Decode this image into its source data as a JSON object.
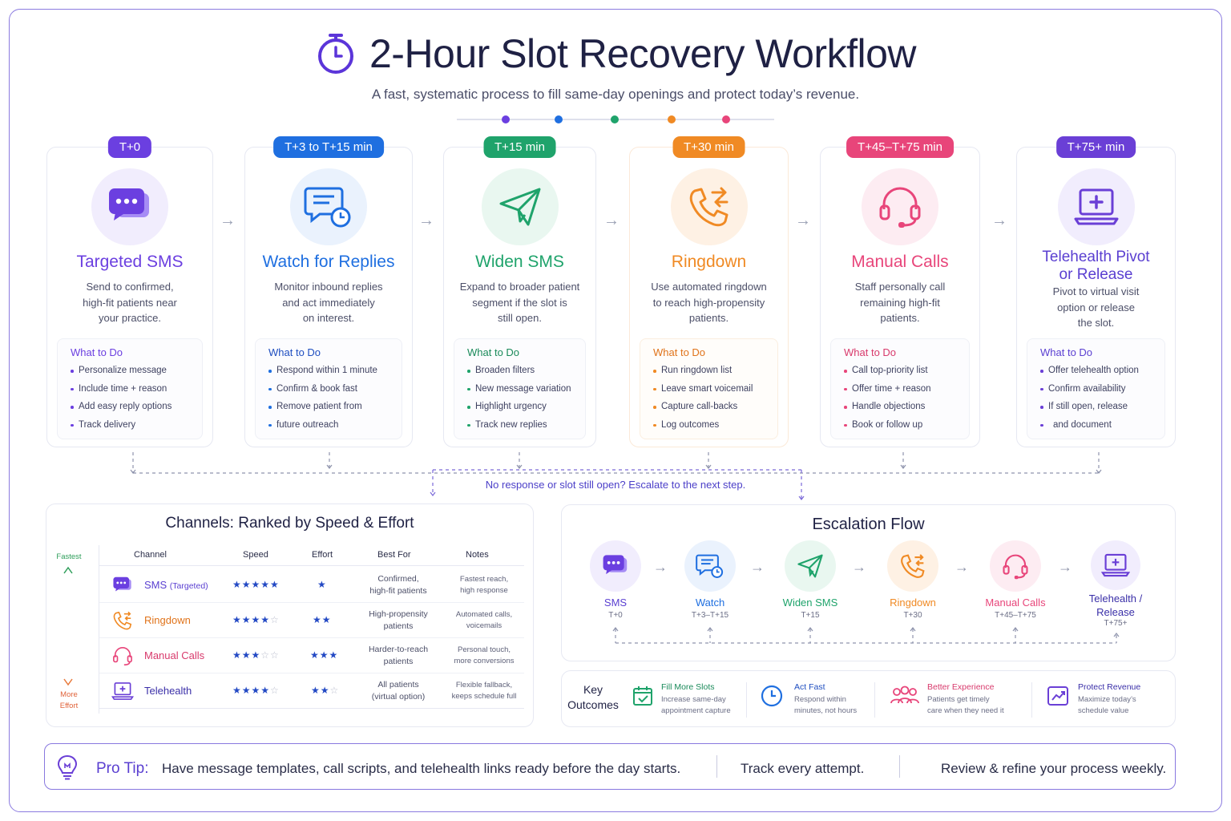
{
  "header": {
    "title": "2-Hour Slot Recovery Workflow",
    "subtitle": "A fast, systematic process to fill same-day openings and protect today’s revenue."
  },
  "colors": {
    "purple": "#6b3fe0",
    "blue": "#1f6fe0",
    "green": "#1fa36b",
    "orange": "#f08a24",
    "pink": "#e8457a",
    "violet": "#6a3fd6"
  },
  "steps": [
    {
      "badge": "T+0",
      "title": "Targeted SMS",
      "desc": [
        "Send to confirmed,",
        "high-fit patients near",
        "your practice."
      ],
      "todo_title": "What to Do",
      "todo": [
        "Personalize message",
        "Include time + reason",
        "Add easy reply options",
        "Track delivery"
      ],
      "icon": "chat-bubbles-icon"
    },
    {
      "badge": "T+3 to T+15 min",
      "title": "Watch for Replies",
      "desc": [
        "Monitor inbound replies",
        "and act immediately",
        "on interest."
      ],
      "todo_title": "What to Do",
      "todo": [
        "Respond within 1 minute",
        "Confirm & book fast",
        "Remove patient from",
        "future outreach"
      ],
      "icon": "message-clock-icon"
    },
    {
      "badge": "T+15 min",
      "title": "Widen SMS",
      "desc": [
        "Expand to broader patient",
        "segment if the slot is",
        "still open."
      ],
      "todo_title": "What to Do",
      "todo": [
        "Broaden filters",
        "New message variation",
        "Highlight urgency",
        "Track new replies"
      ],
      "icon": "paper-plane-icon"
    },
    {
      "badge": "T+30 min",
      "title": "Ringdown",
      "desc": [
        "Use automated ringdown",
        "to reach high-propensity",
        "patients."
      ],
      "todo_title": "What to Do",
      "todo": [
        "Run ringdown list",
        "Leave smart voicemail",
        "Capture call-backs",
        "Log outcomes"
      ],
      "icon": "phone-forward-icon"
    },
    {
      "badge": "T+45–T+75 min",
      "title": "Manual Calls",
      "desc": [
        "Staff personally call",
        "remaining high-fit",
        "patients."
      ],
      "todo_title": "What to Do",
      "todo": [
        "Call top-priority list",
        "Offer time + reason",
        "Handle objections",
        "Book or follow up"
      ],
      "icon": "headset-icon"
    },
    {
      "badge": "T+75+ min",
      "title_lines": [
        "Telehealth Pivot",
        "or Release"
      ],
      "desc": [
        "Pivot to virtual visit",
        "option or release",
        "the slot."
      ],
      "todo_title": "What to Do",
      "todo": [
        "Offer telehealth option",
        "Confirm availability",
        "If still open, release",
        "and document"
      ],
      "icon": "laptop-plus-icon"
    }
  ],
  "escalate_note": "No response or slot still open? Escalate to the next step.",
  "channels": {
    "title": "Channels:  Ranked by Speed & Effort",
    "rank_top": "Fastest",
    "rank_bottom": [
      "More",
      "Effort"
    ],
    "columns": [
      "Channel",
      "Speed",
      "Effort",
      "Best For",
      "Notes"
    ],
    "rows": [
      {
        "name": "SMS",
        "name_note": "(Targeted)",
        "speed_filled": "★★★★★",
        "speed_empty": "",
        "effort_filled": "★",
        "effort_empty": "",
        "best_for": [
          "Confirmed,",
          "high-fit patients"
        ],
        "notes": [
          "Fastest reach,",
          "high response"
        ]
      },
      {
        "name": "Ringdown",
        "name_note": "",
        "speed_filled": "★★★★",
        "speed_empty": "☆",
        "effort_filled": "★★",
        "effort_empty": "",
        "best_for": [
          "High-propensity",
          "patients"
        ],
        "notes": [
          "Automated calls,",
          "voicemails"
        ]
      },
      {
        "name": "Manual Calls",
        "name_note": "",
        "speed_filled": "★★★",
        "speed_empty": "☆☆",
        "effort_filled": "★★★",
        "effort_empty": "",
        "best_for": [
          "Harder-to-reach",
          "patients"
        ],
        "notes": [
          "Personal touch,",
          "more conversions"
        ]
      },
      {
        "name": "Telehealth",
        "name_note": "",
        "speed_filled": "★★★★",
        "speed_empty": "☆",
        "effort_filled": "★★",
        "effort_empty": "☆",
        "best_for": [
          "All patients",
          "(virtual option)"
        ],
        "notes": [
          "Flexible fallback,",
          "keeps schedule full"
        ]
      }
    ]
  },
  "escalation": {
    "title": "Escalation Flow",
    "nodes": [
      {
        "label": "SMS",
        "time": "T+0"
      },
      {
        "label": "Watch",
        "time": "T+3–T+15"
      },
      {
        "label": "Widen SMS",
        "time": "T+15"
      },
      {
        "label": "Ringdown",
        "time": "T+30"
      },
      {
        "label": "Manual Calls",
        "time": "T+45–T+75"
      },
      {
        "label_lines": [
          "Telehealth /",
          "Release"
        ],
        "time": "T+75+"
      }
    ]
  },
  "outcomes": {
    "label": [
      "Key",
      "Outcomes"
    ],
    "items": [
      {
        "title": "Fill More Slots",
        "desc": [
          "Increase same-day",
          "appointment capture"
        ],
        "icon": "calendar-check-icon"
      },
      {
        "title": "Act Fast",
        "desc": [
          "Respond within",
          "minutes, not hours"
        ],
        "icon": "clock-icon"
      },
      {
        "title": "Better Experience",
        "desc": [
          "Patients get timely",
          "care when they need it"
        ],
        "icon": "people-icon"
      },
      {
        "title": "Protect Revenue",
        "desc": [
          "Maximize today’s",
          "schedule value"
        ],
        "icon": "chart-up-icon"
      }
    ]
  },
  "pro_tip": {
    "label": "Pro Tip:",
    "tips": [
      "Have message templates, call scripts, and telehealth links ready before the day starts.",
      "Track every attempt.",
      "Review & refine your process weekly."
    ]
  }
}
